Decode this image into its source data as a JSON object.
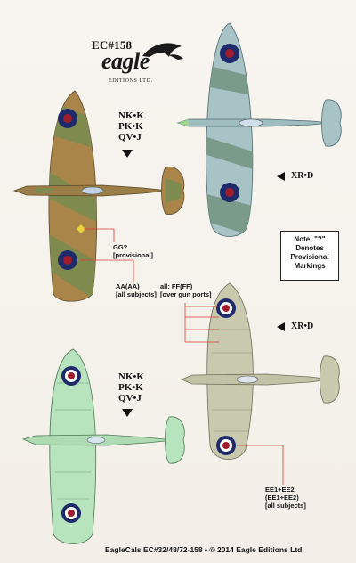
{
  "header": {
    "code": "EC#158",
    "brand": "eagle",
    "brand_sub": "EDITIONS LTD."
  },
  "top_left": {
    "callsigns": [
      "NK•K",
      "PK•K",
      "QV•J"
    ]
  },
  "top_right": {
    "code": "XR•D"
  },
  "note": {
    "lines": [
      "Note: \"?\"",
      "Denotes",
      "Provisional",
      "Markings"
    ]
  },
  "labels": {
    "gg": [
      "GG?",
      "[provisional]"
    ],
    "aa": [
      "AA(AA)",
      "[all subjects]"
    ],
    "ff": [
      "all: FF(FF)",
      "[over gun ports]"
    ],
    "ee": [
      "EE1+EE2",
      "(EE1+EE2)",
      "[all subjects]"
    ]
  },
  "bottom_left": {
    "callsigns": [
      "NK•K",
      "PK•K",
      "QV•J"
    ]
  },
  "bottom_right": {
    "code": "XR•D"
  },
  "footer": {
    "text": "EagleCals EC#32/48/72-158 • © 2014 Eagle Editions Ltd."
  },
  "colors": {
    "camo_brown": "#a9854a",
    "camo_green": "#7f8a4f",
    "pru_blue": "#a7c3c6",
    "pru_green": "#7a9a8a",
    "eau_de_nil": "#b7e3bd",
    "sky_grey": "#c9c9ae",
    "roundel_blue": "#1f2a6b",
    "roundel_red": "#a01c2b",
    "leader_red": "#d83a35"
  }
}
